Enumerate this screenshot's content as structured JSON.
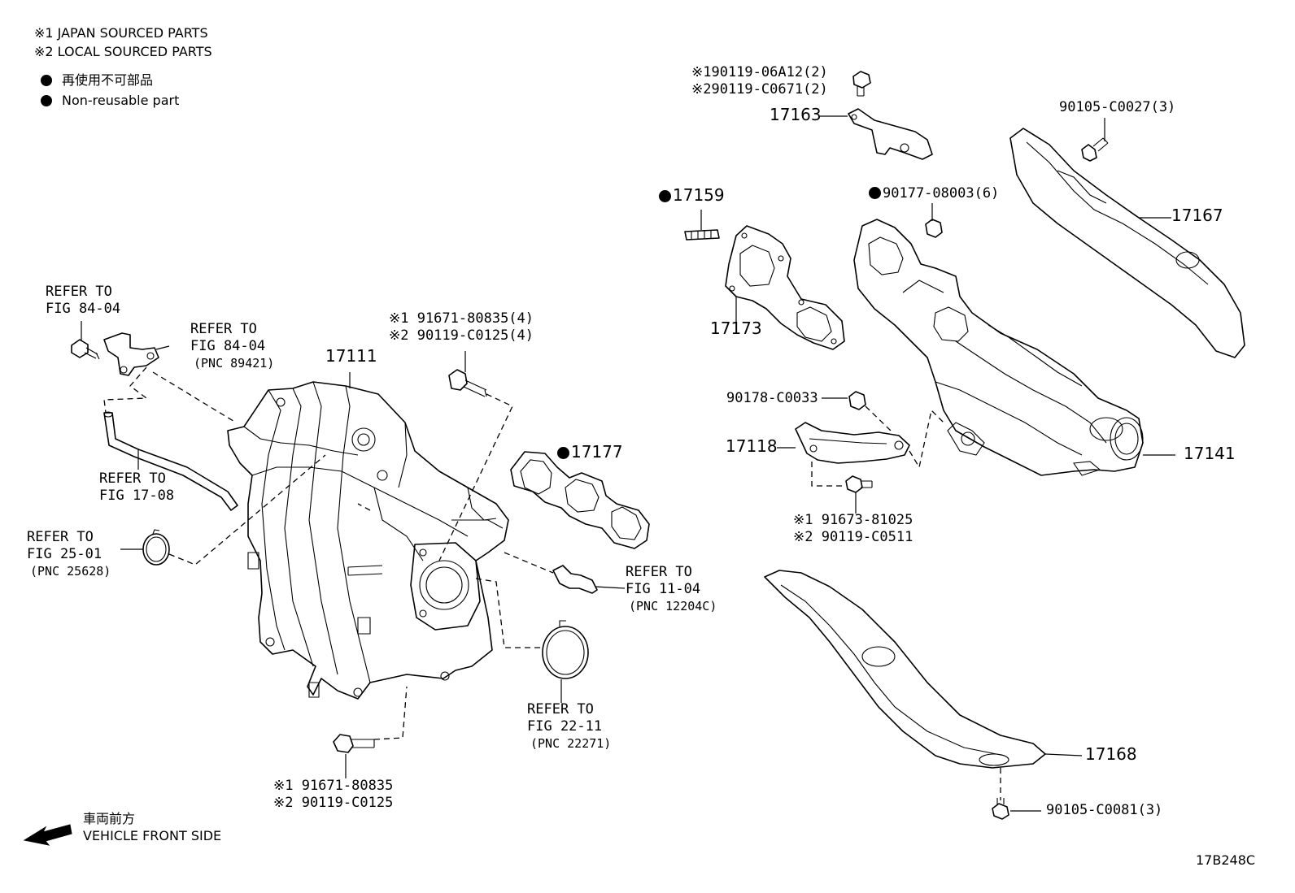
{
  "legend": {
    "japan_sourced": "※1 JAPAN SOURCED PARTS",
    "local_sourced": "※2 LOCAL SOURCED PARTS",
    "nonreusable_jp": "再使用不可部品",
    "nonreusable_en": "Non-reusable part"
  },
  "front": {
    "jp": "車両前方",
    "en": "VEHICLE FRONT SIDE"
  },
  "figure_code": "17B248C",
  "refs": {
    "fig_84_04_top": {
      "l1": "REFER TO",
      "l2": "FIG 84-04"
    },
    "fig_84_04_sensor": {
      "l1": "REFER TO",
      "l2": "FIG 84-04",
      "pnc": "(PNC 89421)"
    },
    "fig_17_08": {
      "l1": "REFER TO",
      "l2": "FIG 17-08"
    },
    "fig_25_01": {
      "l1": "REFER TO",
      "l2": "FIG 25-01",
      "pnc": "(PNC 25628)"
    },
    "fig_11_04": {
      "l1": "REFER TO",
      "l2": "FIG 11-04",
      "pnc": "(PNC 12204C)"
    },
    "fig_22_11": {
      "l1": "REFER TO",
      "l2": "FIG 22-11",
      "pnc": "(PNC 22271)"
    }
  },
  "parts": {
    "p17111": "17111",
    "p17177": "17177",
    "bolt_top_1": "※1 91671-80835(4)",
    "bolt_top_2": "※2 90119-C0125(4)",
    "bolt_bottom_1": "※1 91671-80835",
    "bolt_bottom_2": "※2 90119-C0125",
    "bolt_17163_1": "※190119-06A12(2)",
    "bolt_17163_2": "※290119-C0671(2)",
    "p17163": "17163",
    "p17159": "17159",
    "nut_90177": "90177-08003(6)",
    "p17173": "17173",
    "bolt_90105_top": "90105-C0027(3)",
    "p17167": "17167",
    "nut_90178": "90178-C0033",
    "p17118": "17118",
    "p17141": "17141",
    "bolt_17118_1": "※1 91673-81025",
    "bolt_17118_2": "※2 90119-C0511",
    "p17168": "17168",
    "bolt_90105_bottom": "90105-C0081(3)"
  }
}
